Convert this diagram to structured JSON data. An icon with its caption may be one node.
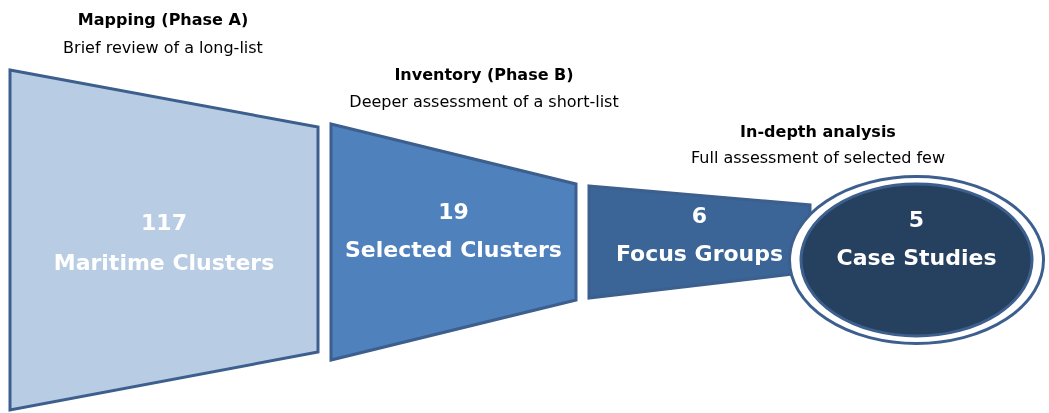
{
  "diagram": {
    "nodes": [
      {
        "text": [
          "117",
          "Maritime Clusters"
        ],
        "beside": [
          "Mapping (Phase A)",
          "Brief review of a long-list"
        ]
      },
      {
        "text": [
          "19",
          "Selected Clusters"
        ],
        "beside": [
          "Inventory (Phase B)",
          "Deeper assessment of a short-list"
        ]
      },
      {
        "text": [
          "6",
          "Focus Groups"
        ],
        "beside": [
          "In-depth analysis",
          "Full assessment of selected few"
        ]
      },
      {
        "text": [
          "5",
          "Case Studies"
        ]
      }
    ]
  }
}
